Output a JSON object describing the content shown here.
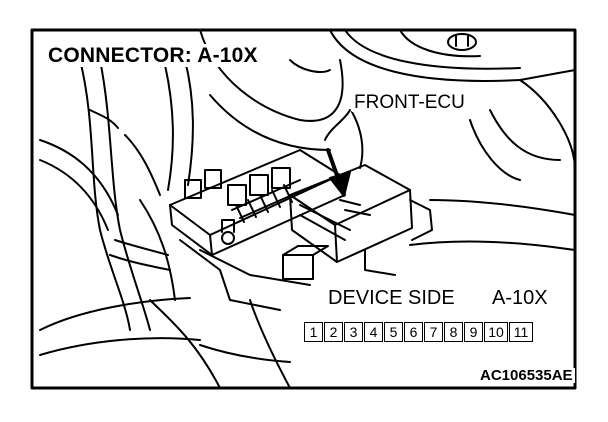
{
  "title": "CONNECTOR: A-10X",
  "callout": "FRONT-ECU",
  "device_side_label": "DEVICE SIDE",
  "connector_id": "A-10X",
  "figure_id": "AC106535AE",
  "pins": [
    "1",
    "2",
    "3",
    "4",
    "5",
    "6",
    "7",
    "8",
    "9",
    "10",
    "11"
  ],
  "colors": {
    "line": "#000000",
    "background": "#ffffff"
  }
}
